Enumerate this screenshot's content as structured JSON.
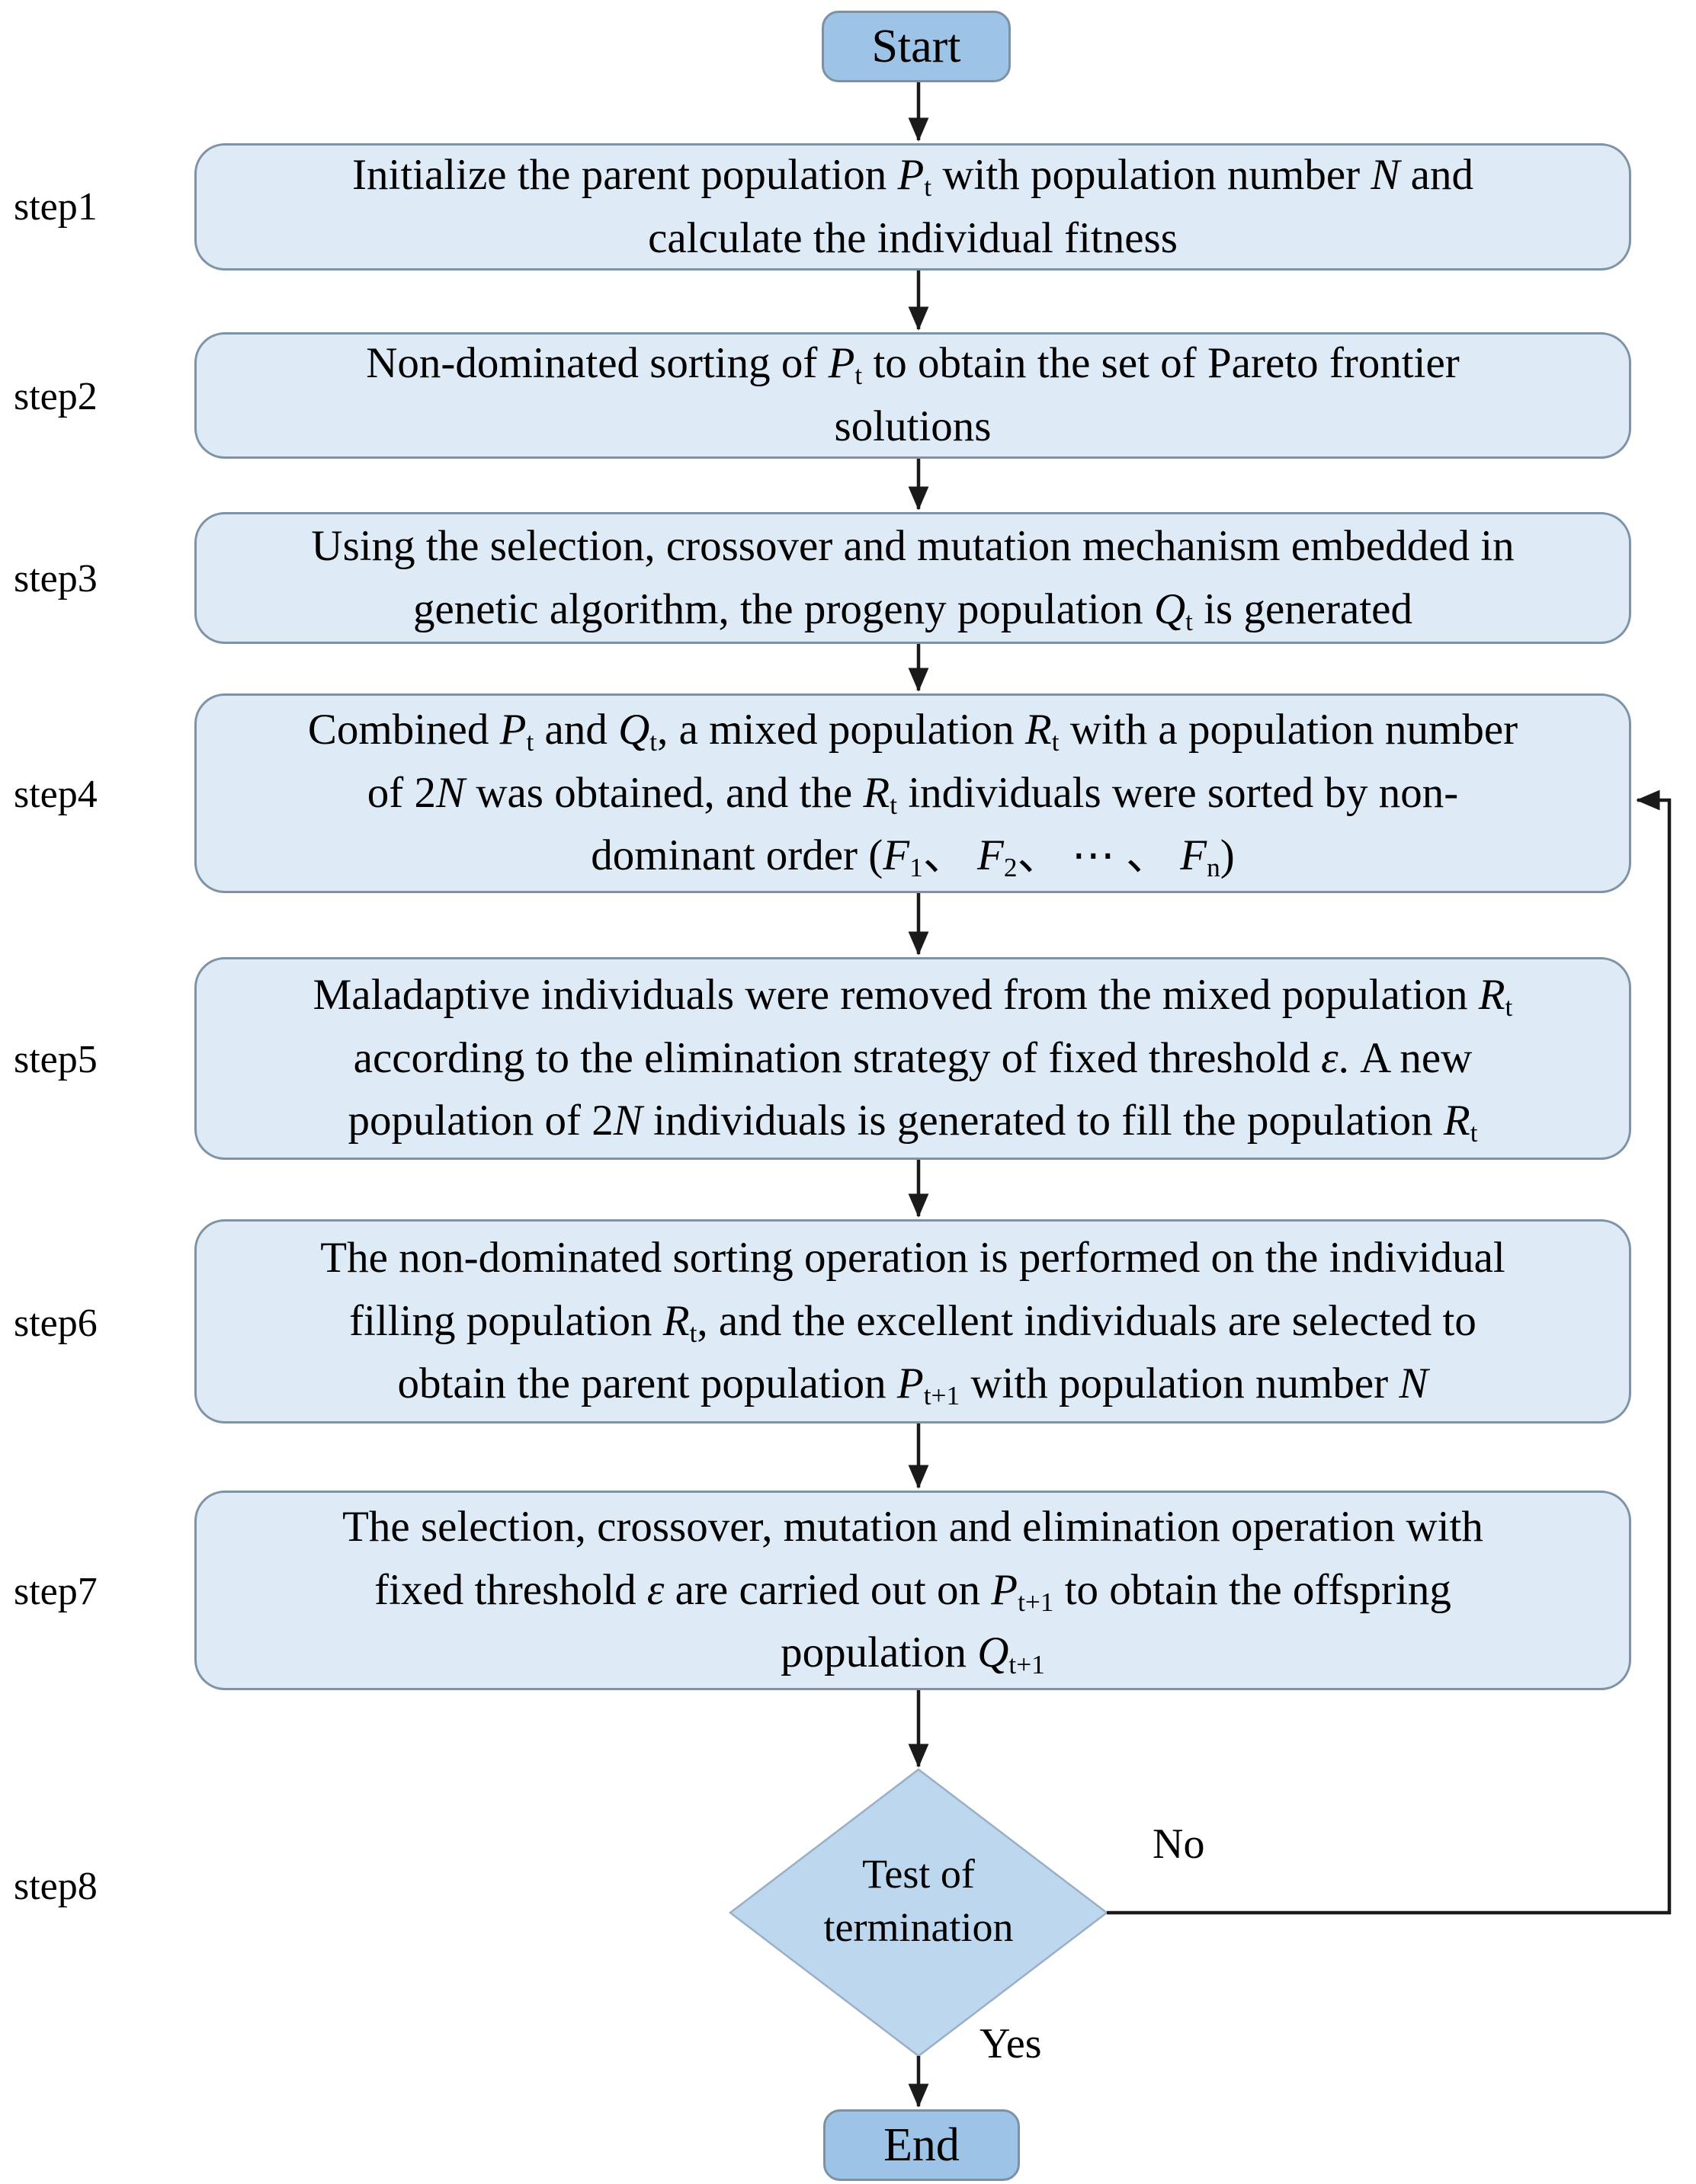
{
  "colors": {
    "process_fill": "#deebf7",
    "process_border": "#7f93a6",
    "terminal_fill": "#9dc3e6",
    "terminal_border": "#7e91a4",
    "decision_fill": "#bdd7ee",
    "decision_border": "#9aafc5",
    "arrow": "#1a1a1a",
    "text": "#000000"
  },
  "start": {
    "label": "Start"
  },
  "end": {
    "label": "End"
  },
  "decision": {
    "line1": "Test of",
    "line2": "termination"
  },
  "branches": {
    "no": "No",
    "yes": "Yes"
  },
  "steps": [
    {
      "label": "step1",
      "text": [
        {
          "t": "Initialize the parent population "
        },
        {
          "t": "P",
          "i": 1
        },
        {
          "t": "t",
          "s": 1
        },
        {
          "t": " with population number "
        },
        {
          "t": "N",
          "i": 1
        },
        {
          "t": " and"
        },
        {
          "br": 1
        },
        {
          "t": "calculate the individual fitness"
        }
      ]
    },
    {
      "label": "step2",
      "text": [
        {
          "t": "Non-dominated sorting of "
        },
        {
          "t": "P",
          "i": 1
        },
        {
          "t": "t",
          "s": 1
        },
        {
          "t": " to obtain the set of Pareto frontier"
        },
        {
          "br": 1
        },
        {
          "t": "solutions"
        }
      ]
    },
    {
      "label": "step3",
      "text": [
        {
          "t": "Using the selection, crossover and mutation mechanism embedded in"
        },
        {
          "br": 1
        },
        {
          "t": "genetic algorithm, the progeny population "
        },
        {
          "t": "Q",
          "i": 1
        },
        {
          "t": "t",
          "s": 1
        },
        {
          "t": " is generated"
        }
      ]
    },
    {
      "label": "step4",
      "text": [
        {
          "t": "Combined "
        },
        {
          "t": "P",
          "i": 1
        },
        {
          "t": "t",
          "s": 1
        },
        {
          "t": " and "
        },
        {
          "t": "Q",
          "i": 1
        },
        {
          "t": "t",
          "s": 1
        },
        {
          "t": ", a mixed population "
        },
        {
          "t": "R",
          "i": 1
        },
        {
          "t": "t",
          "s": 1
        },
        {
          "t": " with a population number"
        },
        {
          "br": 1
        },
        {
          "t": "of 2"
        },
        {
          "t": "N",
          "i": 1
        },
        {
          "t": " was obtained, and the "
        },
        {
          "t": "R",
          "i": 1
        },
        {
          "t": "t",
          "s": 1
        },
        {
          "t": " individuals were sorted by non-"
        },
        {
          "br": 1
        },
        {
          "t": "dominant order ("
        },
        {
          "t": "F",
          "i": 1
        },
        {
          "t": "1",
          "s": 1
        },
        {
          "t": "、 "
        },
        {
          "t": "F",
          "i": 1
        },
        {
          "t": "2",
          "s": 1
        },
        {
          "t": "、 ⋯ 、 "
        },
        {
          "t": "F",
          "i": 1
        },
        {
          "t": "n",
          "s": 1
        },
        {
          "t": ")"
        }
      ]
    },
    {
      "label": "step5",
      "text": [
        {
          "t": "Maladaptive individuals were removed from the mixed population "
        },
        {
          "t": "R",
          "i": 1
        },
        {
          "t": "t",
          "s": 1
        },
        {
          "br": 1
        },
        {
          "t": "according to the elimination strategy of fixed threshold "
        },
        {
          "t": "ε",
          "i": 1
        },
        {
          "t": ". A new"
        },
        {
          "br": 1
        },
        {
          "t": "population of 2"
        },
        {
          "t": "N",
          "i": 1
        },
        {
          "t": " individuals is generated to fill the population "
        },
        {
          "t": "R",
          "i": 1
        },
        {
          "t": "t",
          "s": 1
        }
      ]
    },
    {
      "label": "step6",
      "text": [
        {
          "t": "The non-dominated sorting operation is performed on the individual"
        },
        {
          "br": 1
        },
        {
          "t": "filling population "
        },
        {
          "t": "R",
          "i": 1
        },
        {
          "t": "t",
          "s": 1
        },
        {
          "t": ", and the excellent individuals are selected to"
        },
        {
          "br": 1
        },
        {
          "t": "obtain the parent population "
        },
        {
          "t": "P",
          "i": 1
        },
        {
          "t": "t+1",
          "s": 1
        },
        {
          "t": " with population number "
        },
        {
          "t": "N",
          "i": 1
        }
      ]
    },
    {
      "label": "step7",
      "text": [
        {
          "t": "The selection, crossover, mutation and elimination operation with"
        },
        {
          "br": 1
        },
        {
          "t": "fixed threshold "
        },
        {
          "t": "ε",
          "i": 1
        },
        {
          "t": " are carried out on "
        },
        {
          "t": "P",
          "i": 1
        },
        {
          "t": "t+1",
          "s": 1
        },
        {
          "t": " to obtain the offspring"
        },
        {
          "br": 1
        },
        {
          "t": "population "
        },
        {
          "t": "Q",
          "i": 1
        },
        {
          "t": "t+1",
          "s": 1
        }
      ]
    }
  ]
}
